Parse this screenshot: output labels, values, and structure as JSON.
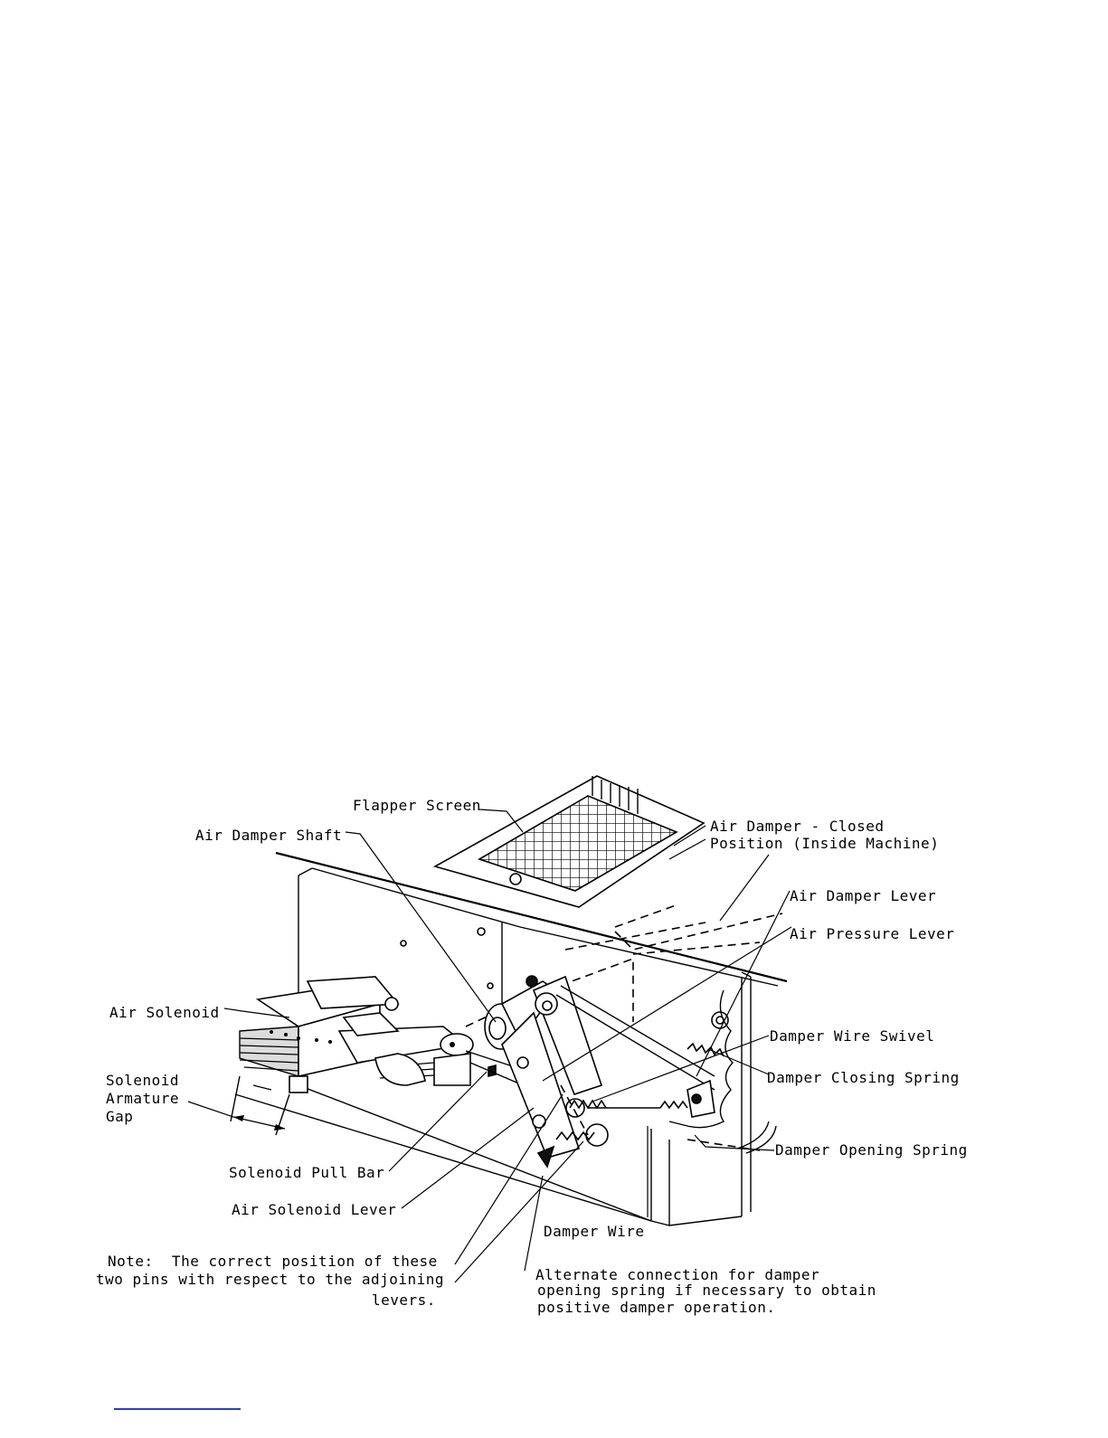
{
  "figure": {
    "labels": {
      "flapper_screen": "Flapper Screen",
      "air_damper_shaft": "Air Damper Shaft",
      "air_damper_closed_1": "Air Damper - Closed",
      "air_damper_closed_2": "Position (Inside Machine)",
      "air_damper_lever": "Air Damper Lever",
      "air_pressure_lever": "Air Pressure Lever",
      "air_solenoid": "Air Solenoid",
      "damper_wire_swivel": "Damper Wire Swivel",
      "damper_closing_spring": "Damper Closing Spring",
      "solenoid_armature_gap_1": "Solenoid",
      "solenoid_armature_gap_2": "Armature",
      "solenoid_armature_gap_3": "Gap",
      "damper_opening_spring": "Damper Opening Spring",
      "solenoid_pull_bar": "Solenoid Pull Bar",
      "air_solenoid_lever": "Air Solenoid Lever",
      "damper_wire": "Damper Wire"
    },
    "note": {
      "line1": "Note:  The correct position of these",
      "line2": "two pins with respect to the adjoining",
      "line3": "levers."
    },
    "alternate": {
      "line1": "Alternate connection for damper",
      "line2": "opening spring if necessary to obtain",
      "line3": "positive damper operation."
    }
  }
}
